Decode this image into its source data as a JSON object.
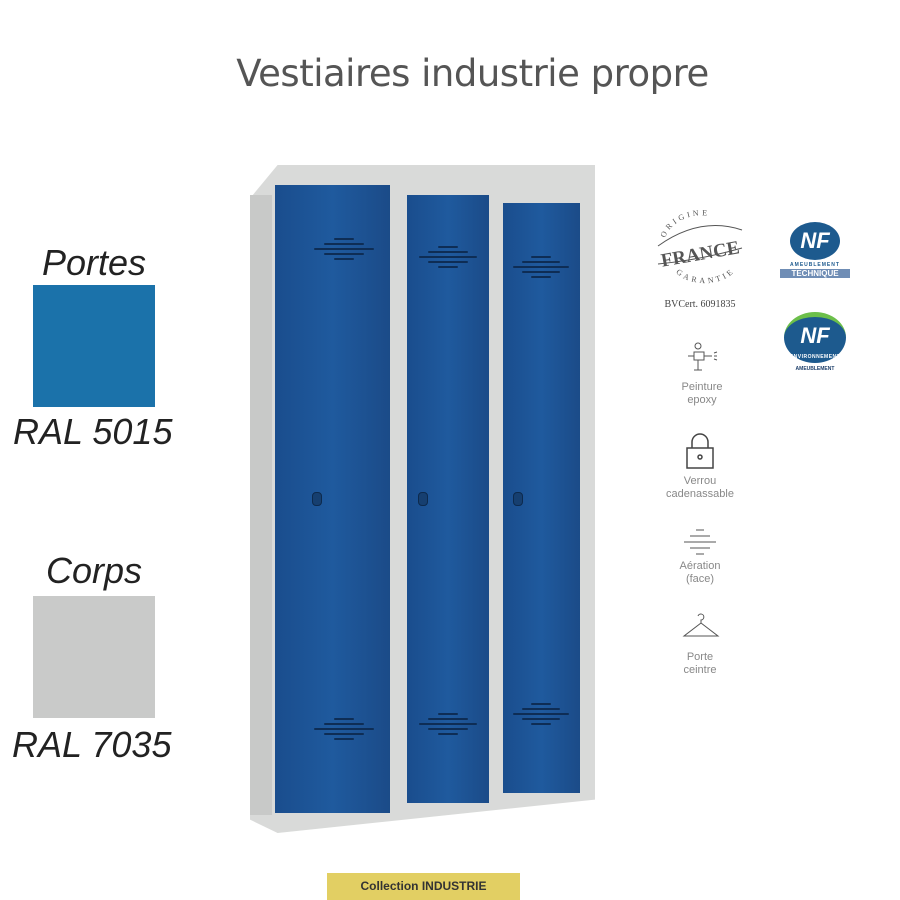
{
  "title": "Vestiaires industrie propre",
  "swatches": [
    {
      "label": "Portes",
      "code": "RAL 5015",
      "color": "#1b72aa"
    },
    {
      "label": "Corps",
      "code": "RAL 7035",
      "color": "#c9cac9"
    }
  ],
  "certifications": {
    "france": {
      "top": "ORIGINE",
      "main": "FRANCE",
      "bottom": "GARANTIE",
      "cert": "BVCert. 6091835"
    },
    "nf_technique": {
      "logo": "NF",
      "line1": "AMEUBLEMENT",
      "line2": "TECHNIQUE"
    },
    "nf_environnement": {
      "logo": "NF",
      "ring": "ENVIRONNEMENT",
      "sub": "AMEUBLEMENT"
    }
  },
  "features": [
    {
      "icon": "spray-gun-icon",
      "line1": "Peinture",
      "line2": "epoxy"
    },
    {
      "icon": "padlock-icon",
      "line1": "Verrou",
      "line2": "cadenassable"
    },
    {
      "icon": "vent-icon",
      "line1": "Aération",
      "line2": "(face)"
    },
    {
      "icon": "hanger-icon",
      "line1": "Porte",
      "line2": "ceintre"
    }
  ],
  "badge": "Collection INDUSTRIE",
  "colors": {
    "door": "#1e559a",
    "body": "#dcdddc",
    "badge": "#e2cf63"
  }
}
